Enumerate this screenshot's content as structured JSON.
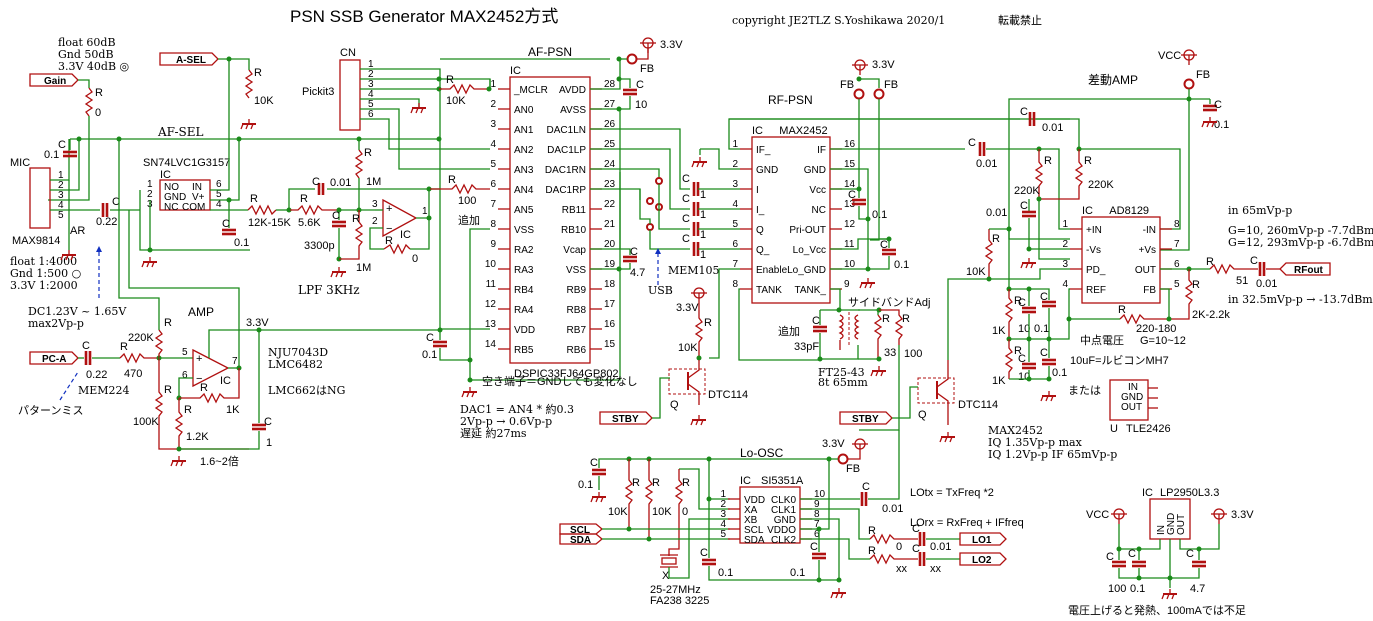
{
  "title": "PSN SSB Generator MAX2452方式",
  "copyright": "copyright  JE2TLZ  S.Yoshikawa  2020/1",
  "no_reprint": "転載禁止",
  "sections": {
    "af_sel": "AF-SEL",
    "af_psn": "AF-PSN",
    "rf_psn": "RF-PSN",
    "diff_amp": "差動AMP",
    "amp": "AMP",
    "lo_osc": "Lo-OSC",
    "lpf": "LPF 3KHz",
    "sideband_adj": "サイドバンドAdj"
  },
  "ports": {
    "gain": "Gain",
    "a_sel": "A-SEL",
    "pc_a": "PC-A",
    "stby1": "STBY",
    "stby2": "STBY",
    "rfout": "RFout",
    "scl": "SCL",
    "sda": "SDA",
    "lo1": "LO1",
    "lo2": "LO2"
  },
  "power": {
    "v33": "3.3V",
    "vcc": "VCC",
    "fb": "FB"
  },
  "notes": {
    "mic_gain": [
      "float 60dB",
      "Gnd 50dB",
      "3.3V 40dB  ◎"
    ],
    "mic_ratio": [
      "float 1:4000",
      "Gnd  1:500  ○",
      "3.3V 1:2000"
    ],
    "dc_bias": [
      "DC1.23V ~ 1.65V",
      "max2Vp-p"
    ],
    "mem224": "MEM224",
    "pattern_miss": "パターンミス",
    "opamp_parts": [
      "NJU7043D",
      "LMC6482"
    ],
    "lmc662": "LMC662はNG",
    "gain_range": "1.6~2倍",
    "unused_pins": "空き端子＝GNDしても変化なし",
    "dac_notes": [
      "DAC1 = AN4 * 約0.3",
      "2Vp-p → 0.6Vp-p",
      "遅延 約27ms"
    ],
    "added1": "追加",
    "added2": "追加",
    "usb": "USB",
    "mem105": "MEM105",
    "ft25": [
      "FT25-43",
      "8t 65mm"
    ],
    "max2452_iq": [
      "MAX2452",
      "IQ 1.35Vp-p max",
      "IQ 1.2Vp-p IF 65mVp-p"
    ],
    "diffamp_in": "in 65mVp-p",
    "diffamp_gain": [
      "G=10, 260mVp-p -7.7dBm",
      "G=12, 293mVp-p -6.7dBm"
    ],
    "rfout_note": "in 32.5mVp-p → -13.7dBm",
    "mid_voltage": "中点電圧",
    "g_range": "G=10~12",
    "cap_note": "10uF=ルビコンMH7",
    "or": "または",
    "lotx": "LOtx = TxFreq *2",
    "lorx": "LOrx = RxFreq + IFfreq",
    "crystal": [
      "25-27MHz",
      "FA238 3225"
    ],
    "regulator_note": "電圧上げると発熱、100mAでは不足",
    "pickit3": "Pickit3"
  },
  "components": {
    "mic": {
      "ref": "MIC",
      "part": "MAX9814",
      "pins": [
        "1",
        "2",
        "3",
        "4",
        "5"
      ],
      "ar": "AR"
    },
    "switch": {
      "ref": "IC",
      "part": "SN74LVC1G3157",
      "left_pins": [
        [
          "1",
          "NO"
        ],
        [
          "2",
          "GND"
        ],
        [
          "3",
          "NC"
        ]
      ],
      "right_pins": [
        [
          "6",
          "IN"
        ],
        [
          "5",
          "V+"
        ],
        [
          "4",
          "COM"
        ]
      ]
    },
    "cn": {
      "ref": "CN",
      "pins": [
        "1",
        "2",
        "3",
        "4",
        "5",
        "6"
      ]
    },
    "dspic": {
      "ref": "IC",
      "part": "DSPIC33FJ64GP802",
      "left": [
        [
          "1",
          "_MCLR"
        ],
        [
          "2",
          "AN0"
        ],
        [
          "3",
          "AN1"
        ],
        [
          "4",
          "AN2"
        ],
        [
          "5",
          "AN3"
        ],
        [
          "6",
          "AN4"
        ],
        [
          "7",
          "AN5"
        ],
        [
          "8",
          "VSS"
        ],
        [
          "9",
          "RA2"
        ],
        [
          "10",
          "RA3"
        ],
        [
          "11",
          "RB4"
        ],
        [
          "12",
          "RA4"
        ],
        [
          "13",
          "VDD"
        ],
        [
          "14",
          "RB5"
        ]
      ],
      "right": [
        [
          "28",
          "AVDD"
        ],
        [
          "27",
          "AVSS"
        ],
        [
          "26",
          "DAC1LN"
        ],
        [
          "25",
          "DAC1LP"
        ],
        [
          "24",
          "DAC1RN"
        ],
        [
          "23",
          "DAC1RP"
        ],
        [
          "22",
          "RB11"
        ],
        [
          "21",
          "RB10"
        ],
        [
          "20",
          "Vcap"
        ],
        [
          "19",
          "VSS"
        ],
        [
          "18",
          "RB9"
        ],
        [
          "17",
          "RB8"
        ],
        [
          "16",
          "RB7"
        ],
        [
          "15",
          "RB6"
        ]
      ]
    },
    "max2452": {
      "ref": "IC",
      "part": "MAX2452",
      "left": [
        [
          "1",
          "IF_"
        ],
        [
          "2",
          "GND"
        ],
        [
          "3",
          "I"
        ],
        [
          "4",
          "I_"
        ],
        [
          "5",
          "Q"
        ],
        [
          "6",
          "Q_"
        ],
        [
          "7",
          "Enable"
        ],
        [
          "8",
          "TANK"
        ]
      ],
      "right": [
        [
          "16",
          "IF"
        ],
        [
          "15",
          "GND"
        ],
        [
          "14",
          "Vcc"
        ],
        [
          "13",
          "NC"
        ],
        [
          "12",
          "Pri-OUT"
        ],
        [
          "11",
          "Lo_Vcc"
        ],
        [
          "10",
          "Lo_GND"
        ],
        [
          "9",
          "TANK_"
        ]
      ]
    },
    "ad8129": {
      "ref": "IC",
      "part": "AD8129",
      "left": [
        [
          "1",
          "+IN"
        ],
        [
          "2",
          "-Vs"
        ],
        [
          "3",
          "PD_"
        ],
        [
          "4",
          "REF"
        ]
      ],
      "right": [
        [
          "8",
          "-IN"
        ],
        [
          "7",
          "+Vs"
        ],
        [
          "6",
          "OUT"
        ],
        [
          "5",
          "FB"
        ]
      ]
    },
    "si5351": {
      "ref": "IC",
      "part": "SI5351A",
      "left": [
        [
          "1",
          "VDD"
        ],
        [
          "2",
          "XA"
        ],
        [
          "3",
          "XB"
        ],
        [
          "4",
          "SCL"
        ],
        [
          "5",
          "SDA"
        ]
      ],
      "right": [
        [
          "10",
          "CLK0"
        ],
        [
          "9",
          "CLK1"
        ],
        [
          "8",
          "GND"
        ],
        [
          "7",
          "VDDO"
        ],
        [
          "6",
          "CLK2"
        ]
      ]
    },
    "tle2426": {
      "ref": "U",
      "part": "TLE2426",
      "pins": [
        "IN",
        "GND",
        "OUT"
      ]
    },
    "lp2950": {
      "ref": "IC",
      "part": "LP2950L3.3",
      "pins": [
        "IN",
        "GND",
        "OUT"
      ]
    },
    "lpf_opamp": {
      "ref": "IC",
      "pins": [
        "3",
        "2",
        "1"
      ]
    },
    "amp_opamp": {
      "ref": "IC",
      "pins": [
        "5",
        "6",
        "7"
      ]
    },
    "dtc1": {
      "ref": "Q",
      "part": "DTC114"
    },
    "dtc2": {
      "ref": "Q",
      "part": "DTC114"
    },
    "crystal": {
      "ref": "X"
    }
  },
  "values": {
    "r_gain": "0",
    "r_asel": "10K",
    "c_mic": "0.1",
    "c_couple": "0.22",
    "c_sw": "0.1",
    "r_lpf1": "12K-15K",
    "r_lpf2": "5.6K",
    "c_lpf": "3300p",
    "r_lpf_bias": "1M",
    "r_lpf_bias2": "1M",
    "c_lpf_fb": "0.01",
    "r_lpf_fb": "0",
    "r_mclr": "10K",
    "r_an4": "100",
    "c_avdd": "10",
    "c_vdd": "0.1",
    "c_vcap": "4.7",
    "c_iq": "1",
    "r_amp_bias": "220K",
    "r_amp_bias2": "100K",
    "r_amp_in": "470",
    "c_amp_in": "0.22",
    "r_amp_fb": "1K",
    "r_amp_g": "1.2K",
    "c_amp_out": "1",
    "r_en": "10K",
    "c_vcc": "0.1",
    "c_lovcc": "0.1",
    "c_tank": "33pF",
    "r_sb1": "33",
    "r_sb2": "100",
    "c_if1": "0.01",
    "c_if2": "0.01",
    "r_da1": "220K",
    "r_da2": "220K",
    "c_da_vs": "0.01",
    "c_da_sup": "0.1",
    "r_pd": "10K",
    "r_ref1": "1K",
    "r_ref2": "1K",
    "c_ref1": "10",
    "c_ref2": "10",
    "c_ref3": "0.1",
    "c_ref4": "0.1",
    "r_g": "220-180",
    "r_fb": "2K-2.2k",
    "r_out": "51",
    "c_out": "0.01",
    "c_osc_vdd": "0.1",
    "r_scl": "10K",
    "r_sda": "10K",
    "r_xa": "0",
    "c_clk0": "0.01",
    "r_lo1": "0",
    "c_lo1": "0.01",
    "r_lo2": "xx",
    "c_lo2": "xx",
    "c_osc1": "0.1",
    "c_osc2": "0.1",
    "c_reg_in": "100",
    "c_reg_in2": "0.1",
    "c_reg_out": "4.7"
  },
  "ref_letters": {
    "r": "R",
    "c": "C"
  }
}
